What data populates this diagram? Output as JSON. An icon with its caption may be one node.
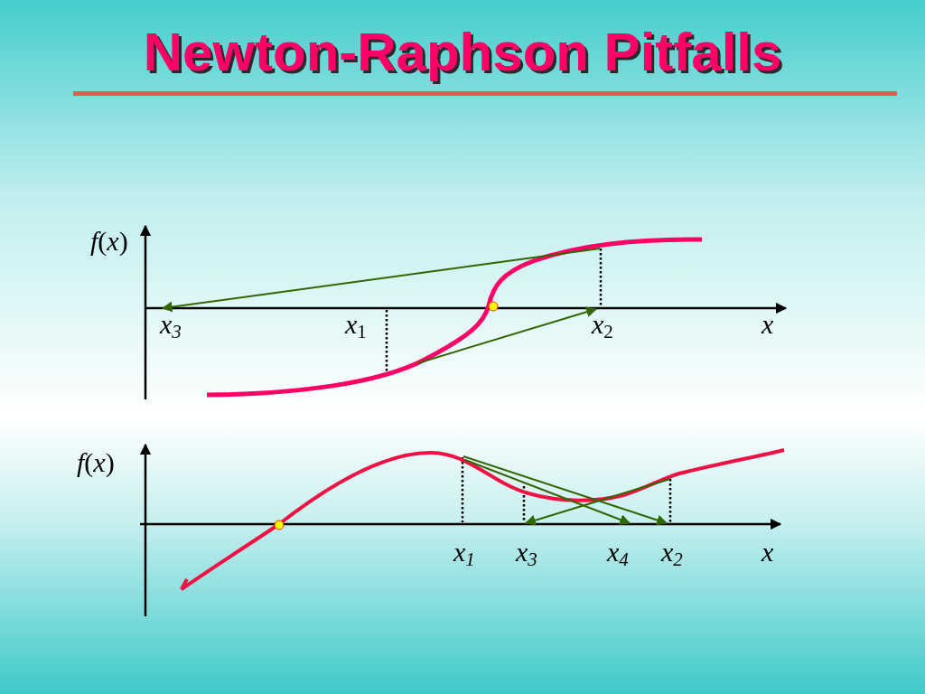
{
  "diagram": {
    "title": "Newton-Raphson Pitfalls",
    "labels": [
      "*f*(*x*)",
      "x$_{3}$",
      "*x*$_{1}$",
      "*x*$_{2}$",
      "x",
      "*f*(*x*)",
      "x$_{1}$",
      "x$_{3}$",
      "x$_{4}$",
      "x$_{2}$",
      "x"
    ]
  }
}
